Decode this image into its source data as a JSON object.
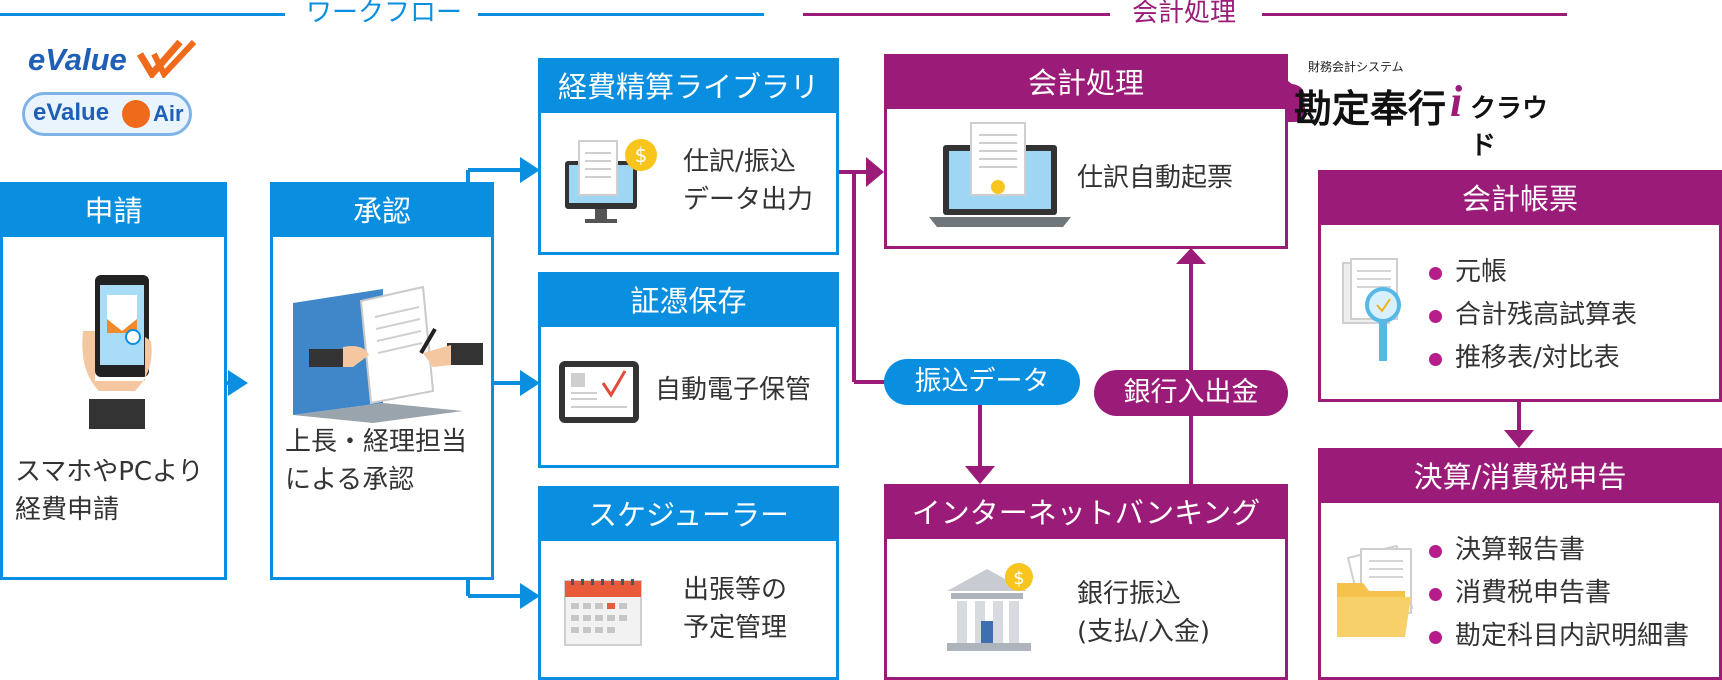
{
  "sections": {
    "workflow": "ワークフロー",
    "accounting": "会計処理"
  },
  "logos": {
    "evalue": "eValue",
    "evalue_air": "eValue",
    "evalue_air_suffix": "Air",
    "bugyo_caption": "財務会計システム",
    "bugyo_name": "勘定奉行",
    "bugyo_suffix": "クラウド"
  },
  "steps": {
    "apply": {
      "header": "申請",
      "lines": [
        "スマホやPCより",
        "経費申請"
      ]
    },
    "approve": {
      "header": "承認",
      "lines": [
        "上長・経理担当",
        "による承認"
      ]
    }
  },
  "modules": {
    "expense": {
      "header": "経費精算ライブラリ",
      "lines": [
        "仕訳/振込",
        "データ出力"
      ]
    },
    "evidence": {
      "header": "証憑保存",
      "lines": [
        "自動電子保管"
      ]
    },
    "schedule": {
      "header": "スケジューラー",
      "lines": [
        "出張等の",
        "予定管理"
      ]
    }
  },
  "accounting": {
    "journal": {
      "header": "会計処理",
      "text": "仕訳自動起票"
    },
    "banking": {
      "header": "インターネットバンキング",
      "lines": [
        "銀行振込",
        "(支払/入金)"
      ]
    },
    "transfer_pill": "振込データ",
    "bank_pill": "銀行入出金"
  },
  "bugyo": {
    "ledger": {
      "header": "会計帳票",
      "items": [
        "元帳",
        "合計残高試算表",
        "推移表/対比表"
      ]
    },
    "closing": {
      "header": "決算/消費税申告",
      "items": [
        "決算報告書",
        "消費税申告書",
        "勘定科目内訳明細書"
      ]
    }
  },
  "colors": {
    "blue": "#0a8fe0",
    "purple": "#9b1c78",
    "bullet": "#b51d8a"
  }
}
